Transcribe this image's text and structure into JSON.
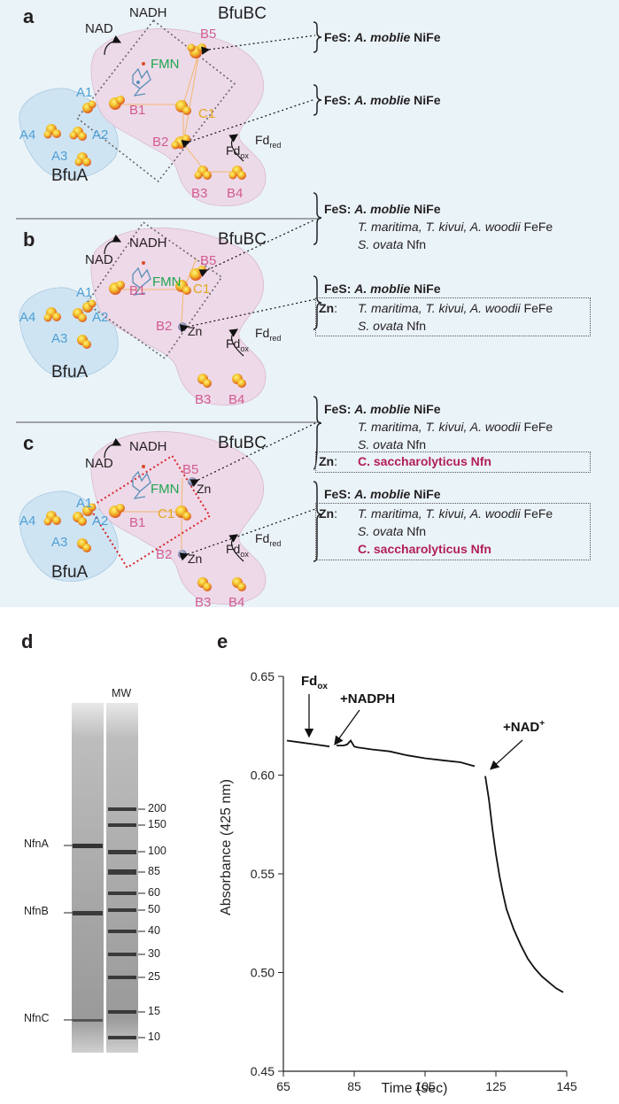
{
  "panels": {
    "a": "a",
    "b": "b",
    "c": "c",
    "d": "d",
    "e": "e"
  },
  "schematic": {
    "bfubc": "BfuBC",
    "bfua": "BfuA",
    "nad": "NAD",
    "nadh": "NADH",
    "fmn": "FMN",
    "b5": "B5",
    "b1": "B1",
    "c1": "C1",
    "b2": "B2",
    "b3": "B3",
    "b4": "B4",
    "a1": "A1",
    "a2": "A2",
    "a3": "A3",
    "a4": "A4",
    "zn": "Zn",
    "fd": "Fd",
    "ox": "ox",
    "red": "red"
  },
  "notes": {
    "fes": "FeS",
    "zn": "Zn",
    "colon": ":",
    "amoblie": "A. moblie",
    "nife": "NiFe",
    "tmk": "T. maritima, T. kivui, A. woodii",
    "fefe": "FeFe",
    "sovata": "S. ovata",
    "nfn": "Nfn",
    "csacch": "C. saccharolyticus Nfn"
  },
  "gel": {
    "mw_label": "MW",
    "bands": [
      "NfnA",
      "NfnB",
      "NfnC"
    ],
    "markers": [
      "200",
      "150",
      "100",
      "85",
      "60",
      "50",
      "40",
      "30",
      "25",
      "15",
      "10"
    ]
  },
  "chart_data": {
    "type": "line",
    "xlabel": "Time (sec)",
    "ylabel": "Absorbance (425 nm)",
    "xlim": [
      65,
      145
    ],
    "ylim": [
      0.45,
      0.65
    ],
    "xticks": [
      "65",
      "85",
      "105",
      "125",
      "145"
    ],
    "yticks": [
      "0.65",
      "0.60",
      "0.55",
      "0.50",
      "0.45"
    ],
    "annotations": [
      {
        "label": "Fd",
        "sub": "ox",
        "x": 71
      },
      {
        "label": "+NADPH",
        "x": 79
      },
      {
        "label": "+NAD",
        "sup": "+",
        "x": 122
      }
    ],
    "series": [
      {
        "segment": 1,
        "x": [
          66,
          70,
          74,
          78
        ],
        "y": [
          0.6175,
          0.6165,
          0.6155,
          0.6145
        ]
      },
      {
        "segment": 2,
        "x": [
          80,
          82,
          83,
          84,
          85,
          86,
          90,
          95,
          100,
          105,
          110,
          115,
          119
        ],
        "y": [
          0.615,
          0.615,
          0.6155,
          0.6175,
          0.6145,
          0.614,
          0.613,
          0.612,
          0.61,
          0.6085,
          0.6075,
          0.6065,
          0.6045
        ]
      },
      {
        "segment": 3,
        "x": [
          122,
          123,
          124,
          125,
          126,
          127,
          128,
          130,
          132,
          134,
          136,
          138,
          140,
          142,
          144
        ],
        "y": [
          0.5995,
          0.588,
          0.573,
          0.56,
          0.549,
          0.54,
          0.532,
          0.522,
          0.514,
          0.507,
          0.502,
          0.498,
          0.495,
          0.492,
          0.49
        ]
      }
    ]
  }
}
